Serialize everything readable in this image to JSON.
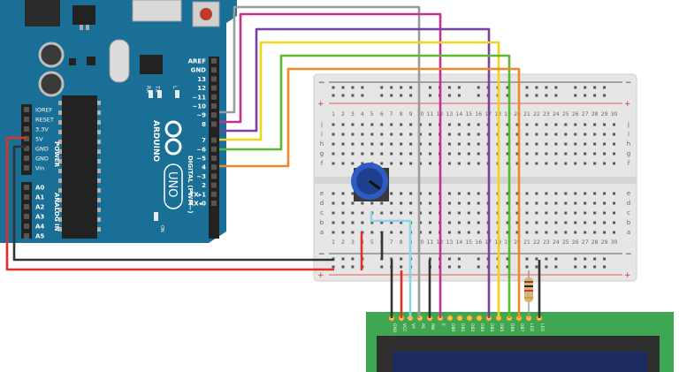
{
  "arduino": {
    "brand": "ARDUINO",
    "model": "UNO",
    "digital_header_label": "DIGITAL (PWM~)",
    "analog_header_label": "ANALOG IN",
    "power_header_label": "POWER",
    "on_label": "ON",
    "led_labels": [
      "RX",
      "TX",
      "L"
    ],
    "digital_pins": [
      "AREF",
      "GND",
      "13",
      "12",
      "~11",
      "~10",
      "~9",
      "8",
      "7",
      "~6",
      "~5",
      "4",
      "~3",
      "2",
      "TX▸1",
      "RX◂0"
    ],
    "power_pins": [
      "IOREF",
      "RESET",
      "3.3V",
      "5V",
      "GND",
      "GND",
      "Vin"
    ],
    "analog_pins": [
      "A0",
      "A1",
      "A2",
      "A3",
      "A4",
      "A5"
    ],
    "board_color": "#1a6f96"
  },
  "breadboard": {
    "column_numbers": [
      "1",
      "2",
      "3",
      "4",
      "5",
      "6",
      "7",
      "8",
      "9",
      "10",
      "11",
      "12",
      "13",
      "14",
      "15",
      "16",
      "17",
      "18",
      "19",
      "20",
      "21",
      "22",
      "23",
      "24",
      "25",
      "26",
      "27",
      "28",
      "29",
      "30"
    ],
    "upper_row_letters": [
      "j",
      "i",
      "h",
      "g",
      "f"
    ],
    "lower_row_letters": [
      "e",
      "d",
      "c",
      "b",
      "a"
    ],
    "rail_minus": "−",
    "rail_plus": "+"
  },
  "lcd": {
    "pins": [
      "GND",
      "VCC",
      "V0",
      "RS",
      "RW",
      "E",
      "DB0",
      "DB1",
      "DB2",
      "DB3",
      "DB4",
      "DB5",
      "DB6",
      "DB7",
      "LED",
      "LED"
    ],
    "board_color": "#3fa651",
    "screen_color": "#1c2c63"
  },
  "wire_colors": {
    "gray": "#9b9b9b",
    "magenta": "#c4318e",
    "purple": "#7b3fa0",
    "yellow": "#f2d21a",
    "green": "#5cb832",
    "orange": "#f0882a",
    "red": "#e0302a",
    "black": "#333333",
    "cyan": "#8fd3e8"
  }
}
